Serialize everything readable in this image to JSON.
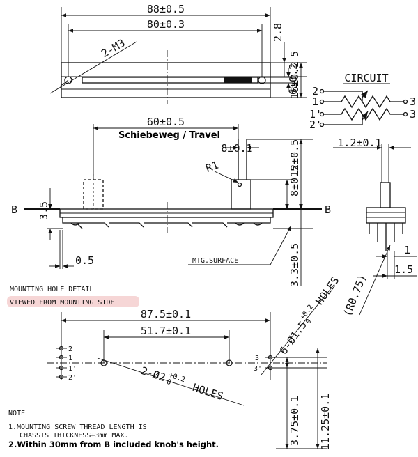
{
  "dimensions": {
    "overall_length": "88±0.5",
    "hole_pitch": "80±0.3",
    "screw_label": "2-M3",
    "top_height": "2.8",
    "slot_offset": "5",
    "lever_width": "6±0.2",
    "body_width": "16±0.2",
    "travel": "60±0.5",
    "travel_label": "Schiebeweg / Travel",
    "lever_thickness": "8±0.1",
    "radius_label": "R1",
    "lever_height_total": "12±0.5",
    "lever_height": "8±0.5",
    "base_height": "3.5",
    "pin_offset": "0.5",
    "mounting_surface": "MTG.SURFACE",
    "mtg_height": "3.3±0.5",
    "pin_thickness": "1.2±0.1",
    "pin_pitch_1": "1",
    "pin_pitch_2": "1.5",
    "pin_radius": "(R0.75)"
  },
  "circuit": {
    "title": "CIRCUIT",
    "pins": [
      "2",
      "1",
      "3",
      "1'",
      "2'",
      "3'"
    ]
  },
  "mounting_detail": {
    "title": "MOUNTING HOLE DETAIL",
    "subtitle": "VIEWED FROM MOUNTING SIDE",
    "outer_pitch": "87.5±0.1",
    "inner_pitch": "51.7±0.1",
    "small_holes": "6-Ø1.5",
    "small_holes_suffix": "HOLES",
    "large_holes": "2-Ø2",
    "large_holes_suffix": "HOLES",
    "tolerance_upper": "+0.2",
    "tolerance_lower": "0",
    "left_pins": [
      "2",
      "1",
      "1'",
      "2'"
    ],
    "right_pins": [
      "3",
      "3'"
    ],
    "vertical_1": "3.75±0.1",
    "vertical_2": "11.25±0.1"
  },
  "notes": {
    "heading": "NOTE",
    "line1a": "1.MOUNTING SCREW THREAD LENGTH IS",
    "line1b": "CHASSIS THICKNESS+3mm MAX.",
    "line2": "2.Within 30mm from B included knob's height."
  },
  "section_mark": "B"
}
